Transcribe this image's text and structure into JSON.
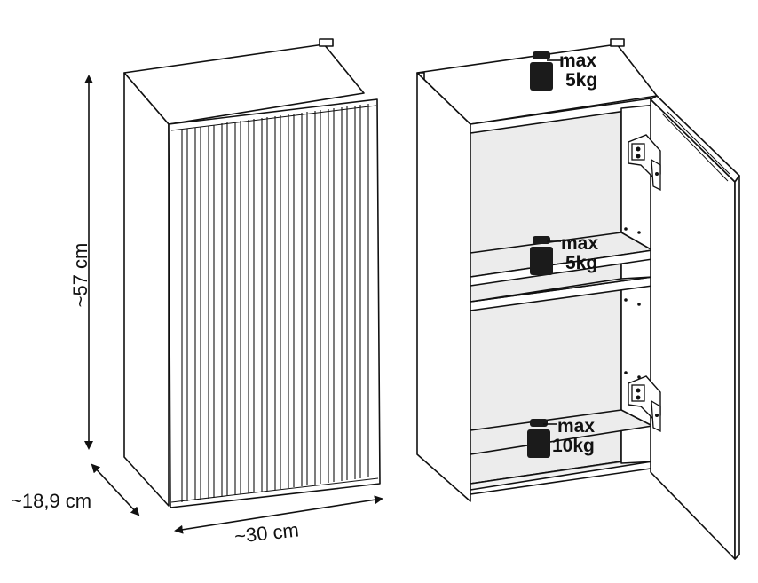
{
  "dimensions": {
    "height": "~57 cm",
    "depth": "~18,9 cm",
    "width": "~30 cm"
  },
  "shelf_loads": [
    {
      "line1": "max",
      "line2": "5kg"
    },
    {
      "line1": "max",
      "line2": "5kg"
    },
    {
      "line1": "max",
      "line2": "10kg"
    }
  ],
  "colors": {
    "line": "#111111",
    "panel": "#ffffff",
    "shade": "#ececec",
    "weight": "#1b1b1b"
  },
  "icons": [
    "weight-icon",
    "hinge-icon",
    "dimension-arrow"
  ]
}
